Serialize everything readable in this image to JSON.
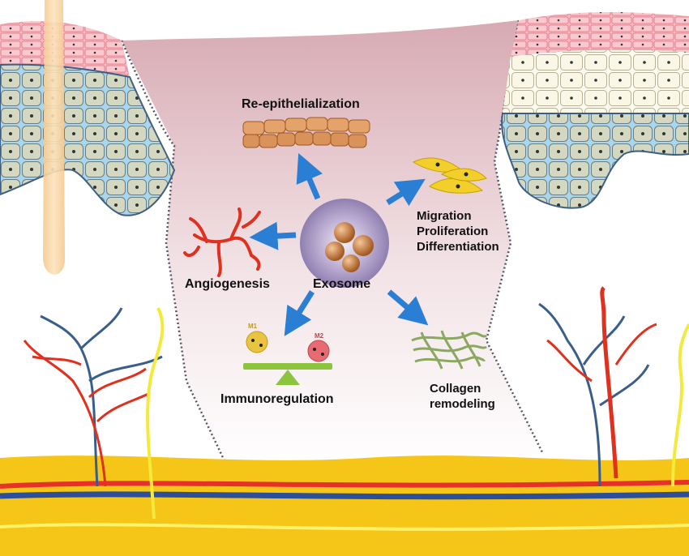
{
  "labels": {
    "center": "Exosome",
    "top": "Re-epithelialization",
    "right": [
      "Migration",
      "Proliferation",
      "Differentiation"
    ],
    "left": "Angiogenesis",
    "bottom_left": "Immunoregulation",
    "bottom_right": [
      "Collagen",
      "remodeling"
    ],
    "macrophage_m1": "M1",
    "macrophage_m2": "M2"
  },
  "colors": {
    "wound_top": "#dfb8be",
    "wound_bottom": "#ffffff",
    "arrow": "#2a7fd4",
    "vessel_red": "#e0301e",
    "vessel_blue": "#3a5e8c",
    "nerve_yellow": "#f4ea3c",
    "fat_layer": "#f5c518",
    "keratin_layer": "#f08a96",
    "basal_layer": "#a9d6ea",
    "collagen": "#8aa860",
    "m1": "#e8c440",
    "m2": "#e86a72"
  }
}
